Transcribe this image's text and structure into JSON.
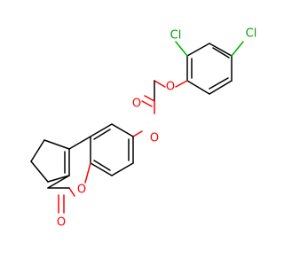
{
  "molecule": {
    "atom_labels": {
      "cl_ortho": "Cl",
      "cl_para": "Cl",
      "o_ether": "O",
      "o_ester_carbonyl": "O",
      "o_ester_link": "O",
      "o_ring": "O",
      "o_lactone_carbonyl": "O"
    },
    "colors": {
      "bond": "#000000",
      "oxygen": "#ff0000",
      "chlorine": "#00a000"
    }
  }
}
